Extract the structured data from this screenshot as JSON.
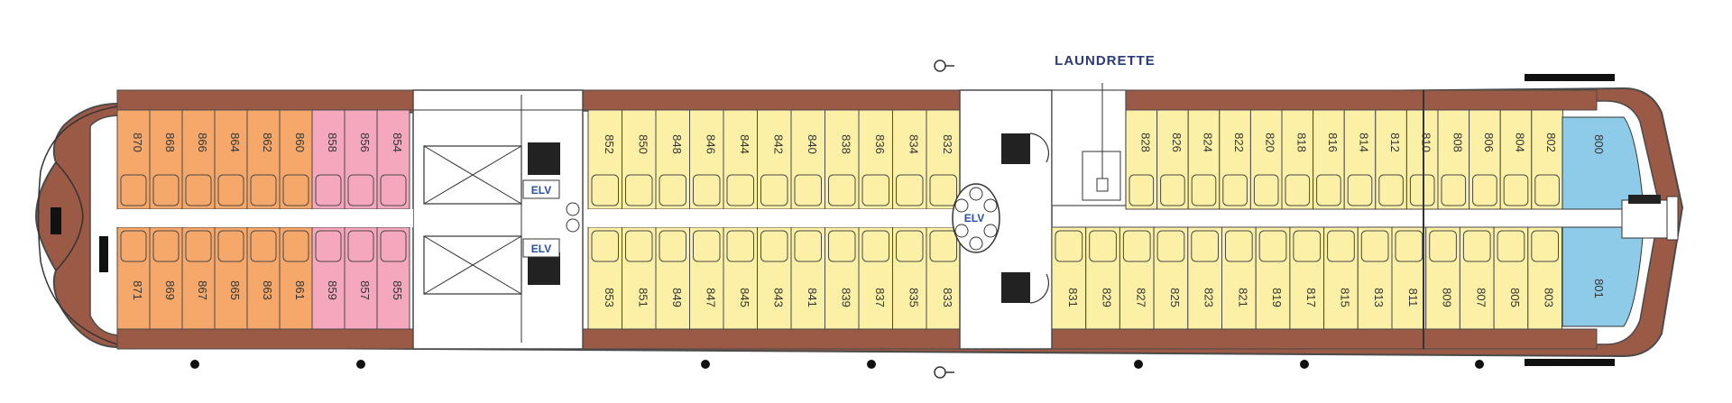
{
  "labels": {
    "laundrette": "LAUNDRETTE",
    "elevator": "ELV"
  },
  "colors": {
    "orange": "#f5a86a",
    "pink": "#f4a7bd",
    "yellow": "#fbf0a6",
    "blue": "#8ecbe8",
    "wood": "#9b5a46",
    "outline": "#4a4a4a"
  },
  "cabins": {
    "aft_top": [
      {
        "num": "870",
        "color": "orange"
      },
      {
        "num": "868",
        "color": "orange"
      },
      {
        "num": "866",
        "color": "orange"
      },
      {
        "num": "864",
        "color": "orange"
      },
      {
        "num": "862",
        "color": "orange"
      },
      {
        "num": "860",
        "color": "orange"
      },
      {
        "num": "858",
        "color": "pink"
      },
      {
        "num": "856",
        "color": "pink"
      },
      {
        "num": "854",
        "color": "pink"
      }
    ],
    "aft_bottom": [
      {
        "num": "871",
        "color": "orange"
      },
      {
        "num": "869",
        "color": "orange"
      },
      {
        "num": "867",
        "color": "orange"
      },
      {
        "num": "865",
        "color": "orange"
      },
      {
        "num": "863",
        "color": "orange"
      },
      {
        "num": "861",
        "color": "orange"
      },
      {
        "num": "859",
        "color": "pink"
      },
      {
        "num": "857",
        "color": "pink"
      },
      {
        "num": "855",
        "color": "pink"
      }
    ],
    "mid_top": [
      "852",
      "850",
      "848",
      "846",
      "844",
      "842",
      "840",
      "838",
      "836",
      "834",
      "832"
    ],
    "mid_bottom": [
      "853",
      "851",
      "849",
      "847",
      "845",
      "843",
      "841",
      "839",
      "837",
      "835",
      "833"
    ],
    "fwd_top": [
      "828",
      "826",
      "824",
      "822",
      "820",
      "818",
      "816",
      "814",
      "812",
      "810",
      "808",
      "806",
      "804",
      "802"
    ],
    "fwd_bottom": [
      "831",
      "829",
      "827",
      "825",
      "823",
      "821",
      "819",
      "817",
      "815",
      "813",
      "811",
      "809",
      "807",
      "805",
      "803"
    ],
    "bow_top": "800",
    "bow_bottom": "801"
  }
}
